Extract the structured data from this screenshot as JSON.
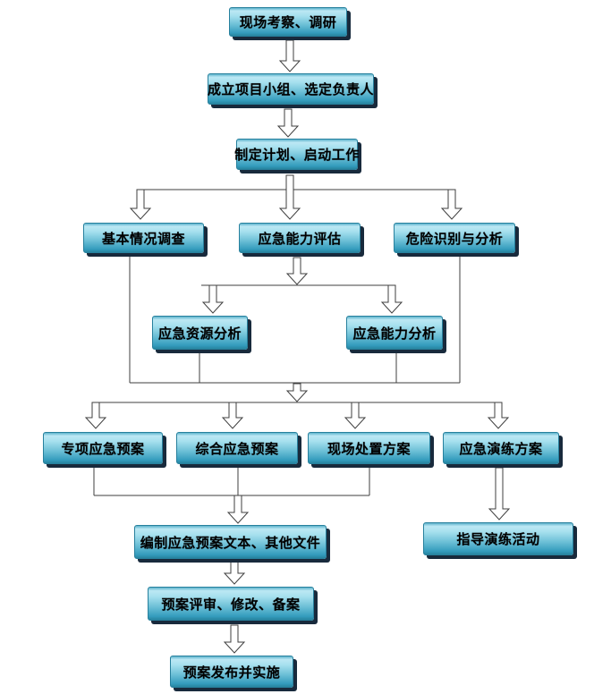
{
  "diagram": {
    "type": "flowchart",
    "language": "zh-CN",
    "background_color": "#ffffff",
    "node_fill_top": "#bce8f4",
    "node_fill_bottom": "#2f97b8",
    "node_shadow_color": "#182a3c",
    "node_border_color": "#27809d",
    "connector_color": "#3f3f3f",
    "nodes": [
      {
        "id": "site-survey",
        "label": "现场考察、调研"
      },
      {
        "id": "form-team",
        "label": "成立项目小组、选定负责人"
      },
      {
        "id": "make-plan",
        "label": "制定计划、启动工作"
      },
      {
        "id": "basic-investigation",
        "label": "基本情况调查"
      },
      {
        "id": "capability-assessment",
        "label": "应急能力评估"
      },
      {
        "id": "hazard-identification",
        "label": "危险识别与分析"
      },
      {
        "id": "resource-analysis",
        "label": "应急资源分析"
      },
      {
        "id": "capability-analysis",
        "label": "应急能力分析"
      },
      {
        "id": "special-plan",
        "label": "专项应急预案"
      },
      {
        "id": "comprehensive-plan",
        "label": "综合应急预案"
      },
      {
        "id": "onsite-disposal-plan",
        "label": "现场处置方案"
      },
      {
        "id": "drill-plan",
        "label": "应急演练方案"
      },
      {
        "id": "compile-documents",
        "label": "编制应急预案文本、其他文件"
      },
      {
        "id": "guide-drill",
        "label": "指导演练活动"
      },
      {
        "id": "review-revise-file",
        "label": "预案评审、修改、备案"
      },
      {
        "id": "publish-implement",
        "label": "预案发布并实施"
      }
    ],
    "edges": [
      {
        "from": [
          "site-survey"
        ],
        "to": [
          "form-team"
        ]
      },
      {
        "from": [
          "form-team"
        ],
        "to": [
          "make-plan"
        ]
      },
      {
        "from": [
          "make-plan"
        ],
        "to": [
          "basic-investigation",
          "capability-assessment",
          "hazard-identification"
        ]
      },
      {
        "from": [
          "capability-assessment"
        ],
        "to": [
          "resource-analysis",
          "capability-analysis"
        ]
      },
      {
        "from": [
          "basic-investigation",
          "resource-analysis",
          "capability-analysis",
          "hazard-identification"
        ],
        "to": [
          "special-plan",
          "comprehensive-plan",
          "onsite-disposal-plan",
          "drill-plan"
        ]
      },
      {
        "from": [
          "special-plan",
          "comprehensive-plan",
          "onsite-disposal-plan"
        ],
        "to": [
          "compile-documents"
        ]
      },
      {
        "from": [
          "drill-plan"
        ],
        "to": [
          "guide-drill"
        ]
      },
      {
        "from": [
          "compile-documents"
        ],
        "to": [
          "review-revise-file"
        ]
      },
      {
        "from": [
          "review-revise-file"
        ],
        "to": [
          "publish-implement"
        ]
      }
    ]
  }
}
